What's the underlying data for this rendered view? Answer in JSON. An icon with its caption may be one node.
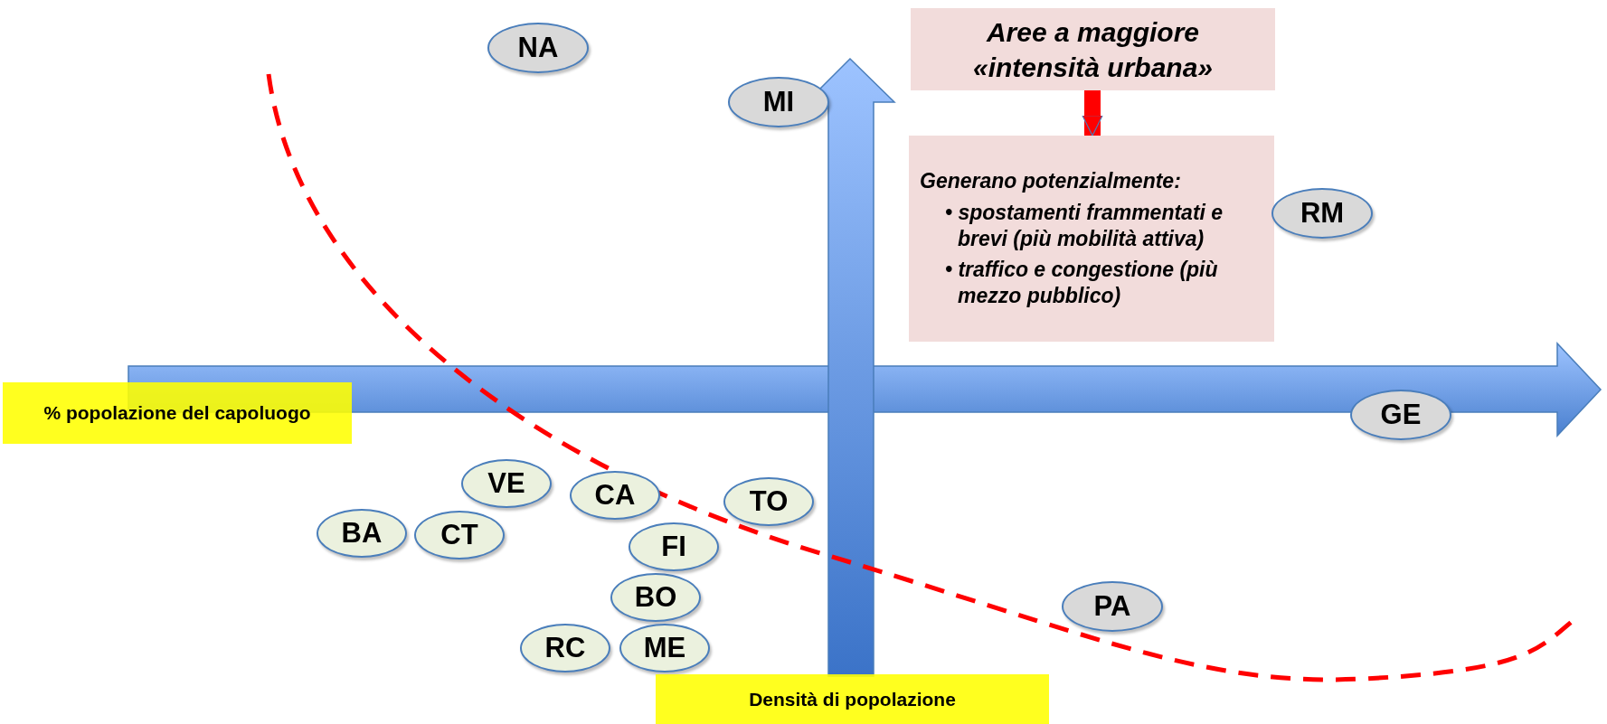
{
  "diagram": {
    "nodes": [
      {
        "text": [
          "Aree a maggiore «intensità urbana»"
        ]
      },
      {
        "text": [
          "Generano potenzialmente:",
          "• spostamenti frammentati e brevi (più mobilità attiva)",
          "• traffico e congestione (più mezzo pubblico)"
        ]
      },
      {
        "text": [
          "NA"
        ]
      },
      {
        "text": [
          "MI"
        ]
      },
      {
        "text": [
          "RM"
        ]
      },
      {
        "text": [
          "GE"
        ]
      },
      {
        "text": [
          "VE"
        ]
      },
      {
        "text": [
          "CA"
        ]
      },
      {
        "text": [
          "TO"
        ]
      },
      {
        "text": [
          "BA"
        ]
      },
      {
        "text": [
          "CT"
        ]
      },
      {
        "text": [
          "FI"
        ]
      },
      {
        "text": [
          "BO"
        ]
      },
      {
        "text": [
          "PA"
        ]
      },
      {
        "text": [
          "RC"
        ]
      },
      {
        "text": [
          "ME"
        ]
      }
    ],
    "edges": [
      {
        "from": 0,
        "to": 1,
        "arrow": "to"
      }
    ],
    "labels": [
      "% popolazione del capoluogo",
      "Densità di popolazione"
    ]
  }
}
